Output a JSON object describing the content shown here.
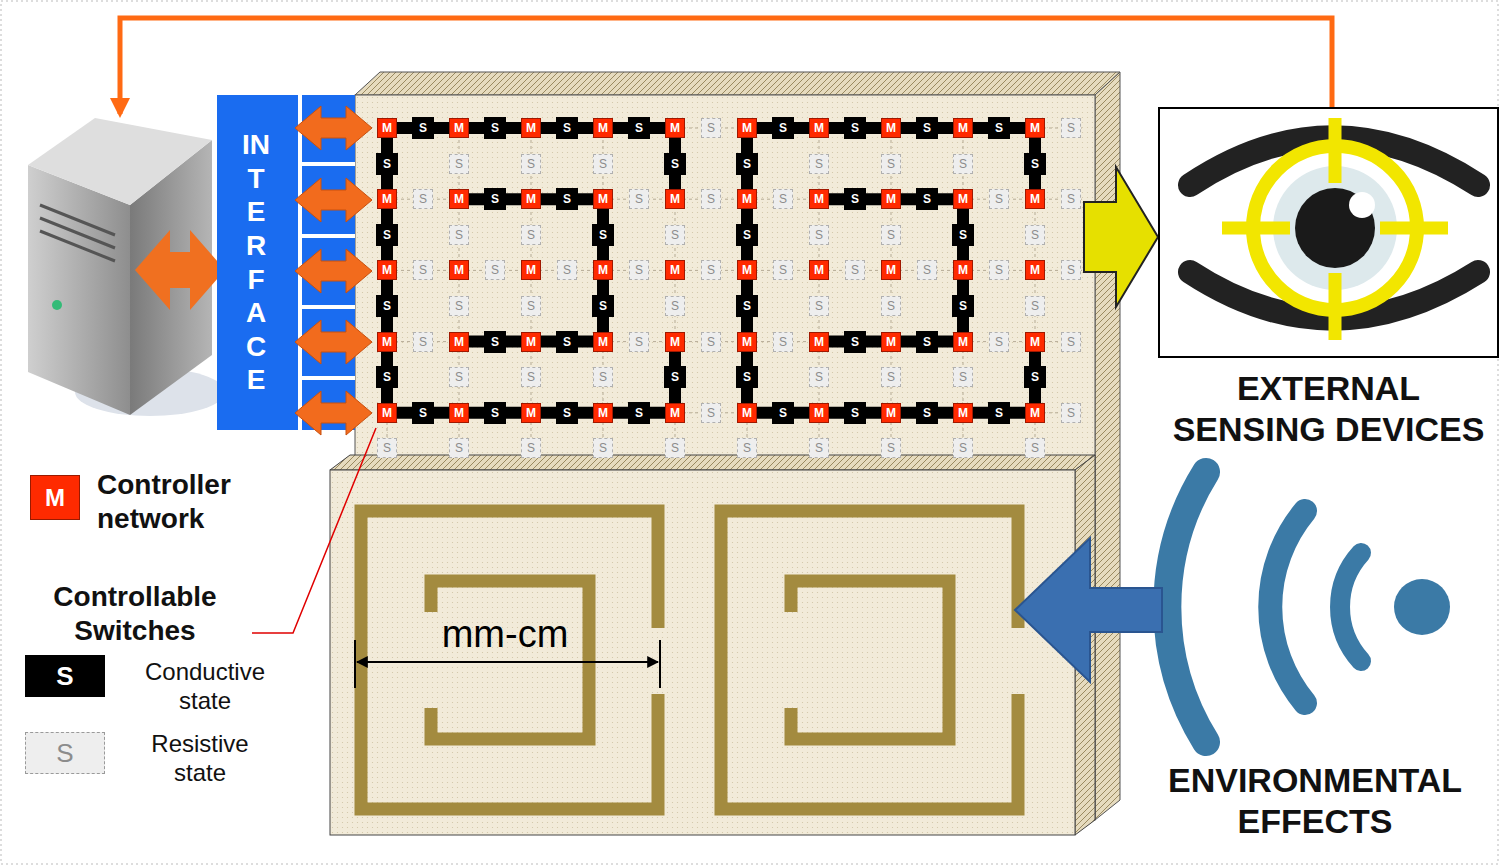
{
  "diagram": {
    "nodes": [
      {
        "text": [
          "INTERFACE"
        ]
      },
      {
        "text": [
          "M",
          "S",
          "M",
          "S",
          "M",
          "S",
          "M",
          "S",
          "M",
          "S",
          "M",
          "S",
          "M",
          "S",
          "M",
          "S",
          "M",
          "S",
          "M",
          "S",
          "S",
          "S",
          "S",
          "S",
          "S",
          "S",
          "S",
          "S",
          "S",
          "S",
          "M",
          "S",
          "M",
          "S",
          "M",
          "S",
          "M",
          "S",
          "M",
          "S",
          "M",
          "S",
          "M",
          "S",
          "M",
          "S",
          "M",
          "S",
          "M",
          "S",
          "S",
          "S",
          "S",
          "S",
          "S",
          "S",
          "S",
          "S",
          "S",
          "S",
          "M",
          "S",
          "M",
          "S",
          "M",
          "S",
          "M",
          "S",
          "M",
          "S",
          "M",
          "S",
          "M",
          "S",
          "M",
          "S",
          "M",
          "S",
          "M",
          "S",
          "S",
          "S",
          "S",
          "S",
          "S",
          "S",
          "S",
          "S",
          "S",
          "S",
          "M",
          "S",
          "M",
          "S",
          "M",
          "S",
          "M",
          "S",
          "M",
          "S",
          "M",
          "S",
          "M",
          "S",
          "M",
          "S",
          "M",
          "S",
          "M",
          "S",
          "S",
          "S",
          "S",
          "S",
          "S",
          "S",
          "S",
          "S",
          "S",
          "S",
          "M",
          "S",
          "M",
          "S",
          "M",
          "S",
          "M",
          "S",
          "M",
          "S",
          "M",
          "S",
          "M",
          "S",
          "M",
          "S",
          "M",
          "S",
          "M",
          "S",
          "S",
          "S",
          "S",
          "S",
          "S",
          "S",
          "S",
          "S",
          "S",
          "S"
        ]
      },
      {
        "text": [
          "EXTERNAL SENSING DEVICES"
        ]
      }
    ],
    "edges": [
      {
        "from": 0,
        "to": 1,
        "arrow": "both"
      },
      {
        "from": 0,
        "to": 1,
        "arrow": "both"
      },
      {
        "from": 0,
        "to": 1,
        "arrow": "both"
      },
      {
        "from": 0,
        "to": 1,
        "arrow": "both"
      },
      {
        "from": 0,
        "to": 1,
        "arrow": "both"
      },
      {
        "from": 1,
        "to": 2,
        "arrow": "to"
      }
    ],
    "labels": [
      "mm-cm",
      "Controllable Switches",
      "ENVIRONMENTAL EFFECTS",
      "M",
      "S",
      "S"
    ],
    "legend": [
      {
        "text": "Controller network",
        "color": "#ff2a00"
      },
      {
        "text": "Conductive state",
        "color": "#000000"
      },
      {
        "text": "Resistive state",
        "color": "#eeeeee"
      }
    ]
  }
}
